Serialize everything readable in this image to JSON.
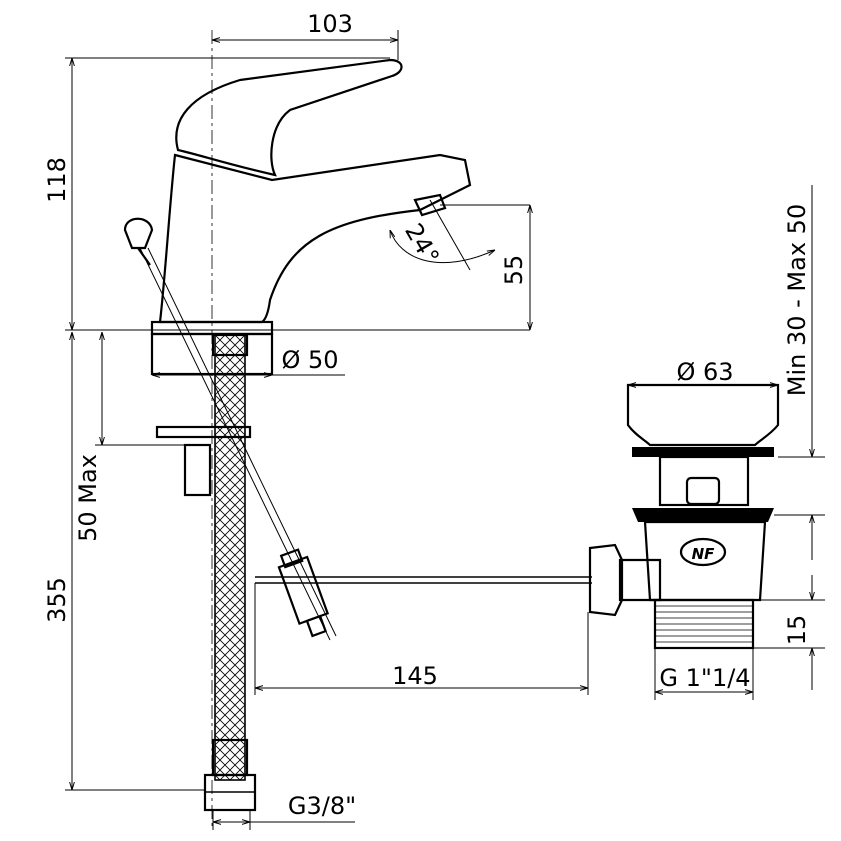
{
  "diagram": {
    "faucet": {
      "width_label": "103",
      "height_label": "118",
      "angle_label": "24°",
      "spout_height_label": "55",
      "base_diameter_label": "Ø 50",
      "max_thickness_label": "50 Max",
      "hose_length_label": "355",
      "hose_thread_label": "G3/8\""
    },
    "drain": {
      "diameter_label": "Ø 63",
      "range_label": "Min 30 - Max 50",
      "thread_length_label": "15",
      "thread_label": "G 1\"1/4",
      "rod_length_label": "145",
      "logo_text": "NF"
    }
  }
}
